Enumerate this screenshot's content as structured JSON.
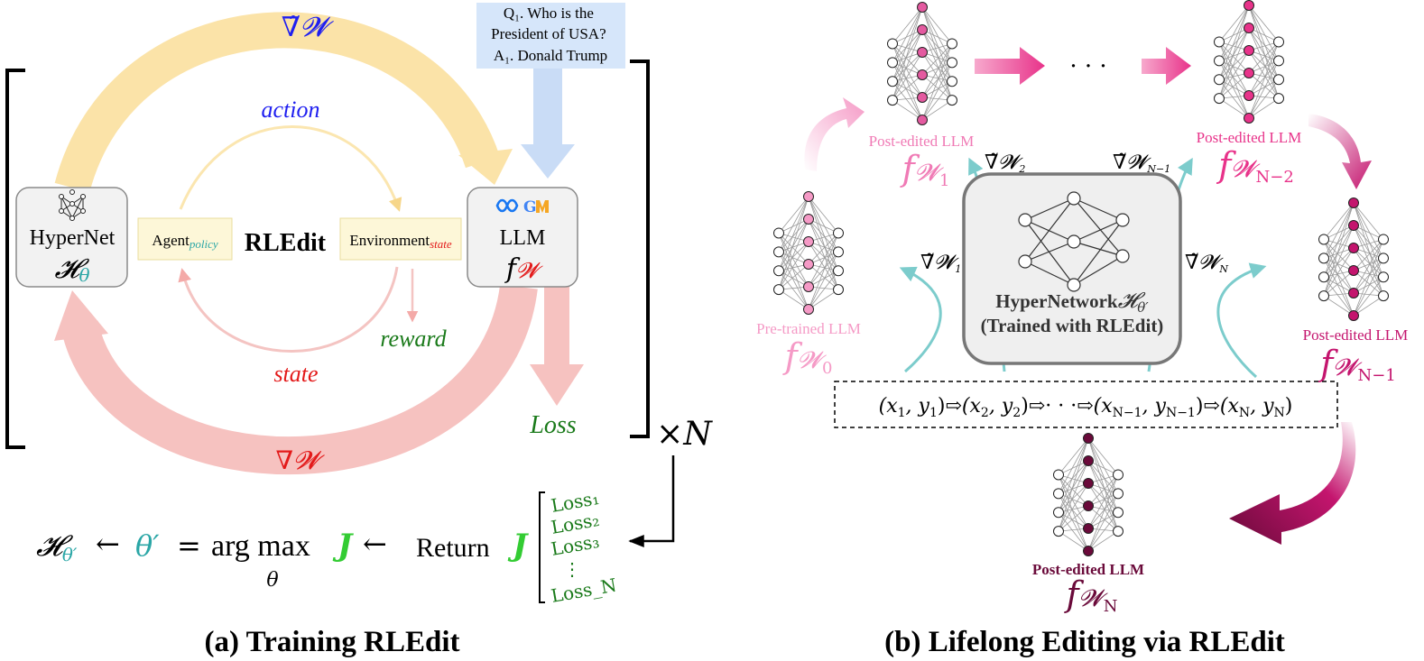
{
  "panel_a": {
    "caption": "(a) Training RLEdit",
    "nabla_tilde_w": "∇̃𝓦",
    "nabla_w": "∇𝓦",
    "action": "action",
    "state": "state",
    "reward": "reward",
    "loss": "Loss",
    "times_n": "×N",
    "center_title": "RLEdit",
    "hypernet": {
      "label": "HyperNet",
      "symbol": "𝓗",
      "sub": "θ"
    },
    "llm": {
      "label": "LLM",
      "symbol": "f",
      "sub": "𝓦"
    },
    "agent": {
      "label": "Agent",
      "sub": "policy"
    },
    "environment": {
      "label": "Environment",
      "sub": "state"
    },
    "qa_box": [
      "Q₁. Who is the",
      "President of USA?",
      "A₁. Donald Trump"
    ],
    "bottom_formula": {
      "lhs_symbol": "𝓗",
      "lhs_sub": "θ′",
      "arrow": "←",
      "theta_prime": "θ′",
      "equals": "=",
      "argmax": "arg max",
      "argmax_sub": "θ",
      "J": "J",
      "return_label": "Return",
      "J2": "J"
    },
    "loss_list": [
      "Loss₁",
      "Loss₂",
      "Loss₃",
      "⋮",
      "Loss_N"
    ]
  },
  "panel_b": {
    "caption": "(b) Lifelong Editing via RLEdit",
    "hypernetwork_title": "HyperNetwork",
    "hypernetwork_symbol": "𝓗",
    "hypernetwork_sub": "θ′",
    "hypernetwork_subtitle": "(Trained with RLEdit)",
    "ellipsis": "· · ·",
    "nets": [
      {
        "label": "Pre-trained LLM",
        "f": "f",
        "w": "𝓦",
        "sub": "0"
      },
      {
        "label": "Post-edited LLM",
        "f": "f",
        "w": "𝓦",
        "sub": "1"
      },
      {
        "label": "Post-edited LLM",
        "f": "f",
        "w": "𝓦",
        "sub": "N−2"
      },
      {
        "label": "Post-edited LLM",
        "f": "f",
        "w": "𝓦",
        "sub": "N−1"
      },
      {
        "label": "Post-edited LLM",
        "f": "f",
        "w": "𝓦",
        "sub": "N"
      }
    ],
    "gradients": [
      {
        "base": "∇̃𝓦",
        "sub": "1"
      },
      {
        "base": "∇̃𝓦",
        "sub": "2"
      },
      {
        "base": "∇̃𝓦",
        "sub": "N−1"
      },
      {
        "base": "∇̃𝓦",
        "sub": "N"
      }
    ],
    "sequence": "(x₁, y₁)⇨(x₂, y₂)⇨· · ·⇨(x_{N−1}, y_{N−1})⇨(x_N, y_N)",
    "sequence_parts": [
      "(x",
      "1",
      ", y",
      "1",
      ")",
      "⇨",
      "(x",
      "2",
      ", y",
      "2",
      ")",
      "⇨",
      "· · ·",
      "⇨",
      "(x",
      "N−1",
      ", y",
      "N−1",
      ")",
      "⇨",
      "(x",
      "N",
      ", y",
      "N",
      ")"
    ]
  },
  "colors": {
    "yellow_arrow": "#fbe3a8",
    "red_arrow": "#f6c2c0",
    "blue_arrow": "#c9dcf6",
    "green": "#1a7a1a",
    "blue_text": "#1f1ff0",
    "red_text": "#e31a1a",
    "teal": "#2aa6a6",
    "pink_light": "#f59ac6",
    "pink": "#e8338a",
    "magenta": "#c4156e",
    "dark_maroon": "#6a0a3a",
    "bright_green": "#33cc33"
  }
}
